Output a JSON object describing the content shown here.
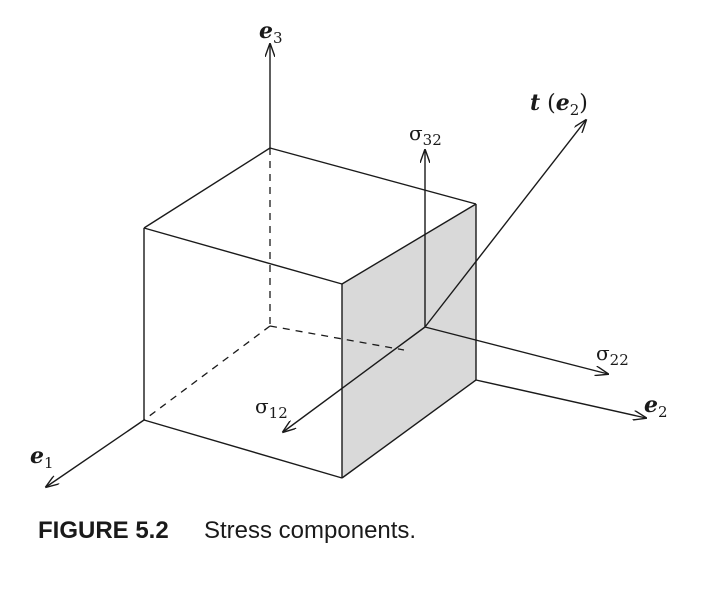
{
  "diagram": {
    "labels": {
      "e1": {
        "base": "e",
        "sub": "1"
      },
      "e2": {
        "base": "e",
        "sub": "2"
      },
      "e3": {
        "base": "e",
        "sub": "3"
      },
      "t_e2": {
        "t": "t",
        "open": " (",
        "base": "e",
        "sub": "2",
        "close": ")"
      },
      "sigma12": {
        "base": "σ",
        "sub": "12"
      },
      "sigma22": {
        "base": "σ",
        "sub": "22"
      },
      "sigma32": {
        "base": "σ",
        "sub": "32"
      }
    },
    "colors": {
      "ink": "#1a1a1a",
      "shaded_face": "#d9d9d9"
    }
  },
  "caption": {
    "label": "FIGURE 5.2",
    "text": "Stress components."
  }
}
